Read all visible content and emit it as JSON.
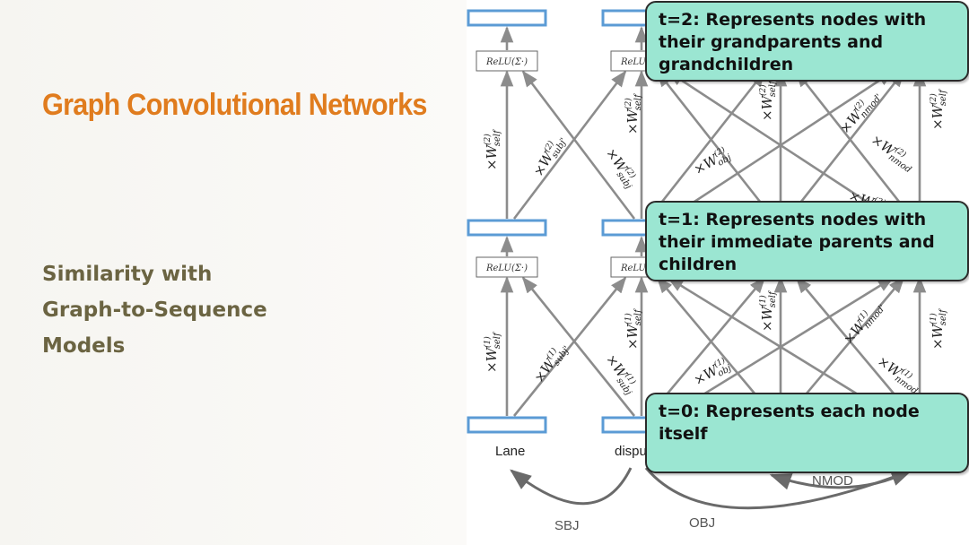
{
  "slide": {
    "title": "Graph Convolutional Networks",
    "subtitle_lines": [
      "Similarity with",
      "Graph-to-Sequence",
      "Models"
    ]
  },
  "callouts": {
    "t2": "t=2: Represents nodes with their grandparents and grandchildren",
    "t1": "t=1: Represents nodes with their immediate parents and children",
    "t0": "t=0: Represents each node itself"
  },
  "diagram": {
    "relu_label": "ReLU(Σ·)",
    "words": [
      "Lane",
      "dispu"
    ],
    "arc_labels": [
      "SBJ",
      "OBJ",
      "NMOD"
    ],
    "edge_labels": [
      {
        "layer": 2,
        "rel": "self"
      },
      {
        "layer": 2,
        "rel": "subj'"
      },
      {
        "layer": 2,
        "rel": "subj"
      },
      {
        "layer": 2,
        "rel": "self"
      },
      {
        "layer": 2,
        "rel": "obj"
      },
      {
        "layer": 2,
        "rel": "self"
      },
      {
        "layer": 2,
        "rel": "nmod'"
      },
      {
        "layer": 2,
        "rel": "nmod"
      },
      {
        "layer": 2,
        "rel": "obj'"
      },
      {
        "layer": 2,
        "rel": "self"
      },
      {
        "layer": 1,
        "rel": "self"
      },
      {
        "layer": 1,
        "rel": "subj'"
      },
      {
        "layer": 1,
        "rel": "subj"
      },
      {
        "layer": 1,
        "rel": "self"
      },
      {
        "layer": 1,
        "rel": "obj"
      },
      {
        "layer": 1,
        "rel": "self"
      },
      {
        "layer": 1,
        "rel": "nmod'"
      },
      {
        "layer": 1,
        "rel": "nmod"
      },
      {
        "layer": 1,
        "rel": "self"
      }
    ]
  },
  "colors": {
    "title": "#e07c1e",
    "subtitle": "#6b6442",
    "node_border": "#5b9bd5",
    "arrow": "#8c8c8c",
    "callout_fill": "#9be6d2"
  }
}
